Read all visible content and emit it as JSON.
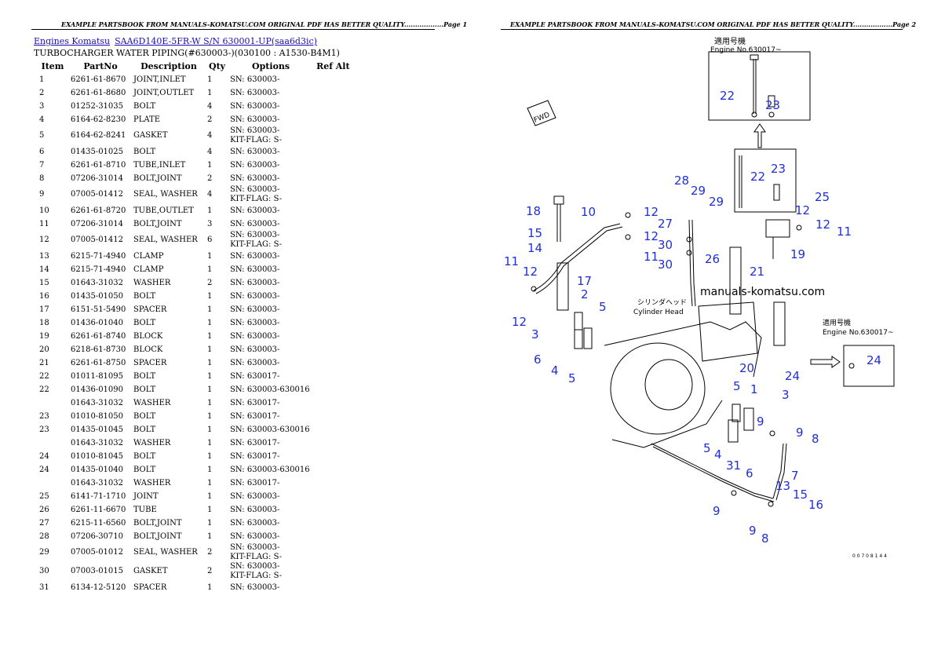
{
  "header": {
    "left": "EXAMPLE PARTSBOOK FROM MANUALS-KOMATSU.COM ORIGINAL PDF HAS BETTER QUALITY..................Page 1",
    "right": "EXAMPLE PARTSBOOK FROM MANUALS-KOMATSU.COM ORIGINAL PDF HAS BETTER QUALITY..................Page 2"
  },
  "breadcrumb": {
    "link1": "Engines Komatsu",
    "link2": "SAA6D140E-5FR-W S/N 630001-UP(saa6d3ic)"
  },
  "title": "TURBOCHARGER WATER PIPING(#630003-)(030100 : A1530-B4M1)",
  "columns": {
    "item": "Item",
    "partno": "PartNo",
    "description": "Description",
    "qty": "Qty",
    "options": "Options",
    "refalt": "Ref Alt"
  },
  "rows": [
    {
      "item": "1",
      "partno": "6261-61-8670",
      "desc": "JOINT,INLET",
      "qty": "1",
      "opt1": "SN: 630003-",
      "opt2": ""
    },
    {
      "item": "2",
      "partno": "6261-61-8680",
      "desc": "JOINT,OUTLET",
      "qty": "1",
      "opt1": "SN: 630003-",
      "opt2": ""
    },
    {
      "item": "3",
      "partno": "01252-31035",
      "desc": "BOLT",
      "qty": "4",
      "opt1": "SN: 630003-",
      "opt2": ""
    },
    {
      "item": "4",
      "partno": "6164-62-8230",
      "desc": "PLATE",
      "qty": "2",
      "opt1": "SN: 630003-",
      "opt2": ""
    },
    {
      "item": "5",
      "partno": "6164-62-8241",
      "desc": "GASKET",
      "qty": "4",
      "opt1": "SN: 630003-",
      "opt2": "KIT-FLAG: S-"
    },
    {
      "item": "6",
      "partno": "01435-01025",
      "desc": "BOLT",
      "qty": "4",
      "opt1": "SN: 630003-",
      "opt2": ""
    },
    {
      "item": "7",
      "partno": "6261-61-8710",
      "desc": "TUBE,INLET",
      "qty": "1",
      "opt1": "SN: 630003-",
      "opt2": ""
    },
    {
      "item": "8",
      "partno": "07206-31014",
      "desc": "BOLT,JOINT",
      "qty": "2",
      "opt1": "SN: 630003-",
      "opt2": ""
    },
    {
      "item": "9",
      "partno": "07005-01412",
      "desc": "SEAL, WASHER",
      "qty": "4",
      "opt1": "SN: 630003-",
      "opt2": "KIT-FLAG: S-"
    },
    {
      "item": "10",
      "partno": "6261-61-8720",
      "desc": "TUBE,OUTLET",
      "qty": "1",
      "opt1": "SN: 630003-",
      "opt2": ""
    },
    {
      "item": "11",
      "partno": "07206-31014",
      "desc": "BOLT,JOINT",
      "qty": "3",
      "opt1": "SN: 630003-",
      "opt2": ""
    },
    {
      "item": "12",
      "partno": "07005-01412",
      "desc": "SEAL, WASHER",
      "qty": "6",
      "opt1": "SN: 630003-",
      "opt2": "KIT-FLAG: S-"
    },
    {
      "item": "13",
      "partno": "6215-71-4940",
      "desc": "CLAMP",
      "qty": "1",
      "opt1": "SN: 630003-",
      "opt2": ""
    },
    {
      "item": "14",
      "partno": "6215-71-4940",
      "desc": "CLAMP",
      "qty": "1",
      "opt1": "SN: 630003-",
      "opt2": ""
    },
    {
      "item": "15",
      "partno": "01643-31032",
      "desc": "WASHER",
      "qty": "2",
      "opt1": "SN: 630003-",
      "opt2": ""
    },
    {
      "item": "16",
      "partno": "01435-01050",
      "desc": "BOLT",
      "qty": "1",
      "opt1": "SN: 630003-",
      "opt2": ""
    },
    {
      "item": "17",
      "partno": "6151-51-5490",
      "desc": "SPACER",
      "qty": "1",
      "opt1": "SN: 630003-",
      "opt2": ""
    },
    {
      "item": "18",
      "partno": "01436-01040",
      "desc": "BOLT",
      "qty": "1",
      "opt1": "SN: 630003-",
      "opt2": ""
    },
    {
      "item": "19",
      "partno": "6261-61-8740",
      "desc": "BLOCK",
      "qty": "1",
      "opt1": "SN: 630003-",
      "opt2": ""
    },
    {
      "item": "20",
      "partno": "6218-61-8730",
      "desc": "BLOCK",
      "qty": "1",
      "opt1": "SN: 630003-",
      "opt2": ""
    },
    {
      "item": "21",
      "partno": "6261-61-8750",
      "desc": "SPACER",
      "qty": "1",
      "opt1": "SN: 630003-",
      "opt2": ""
    },
    {
      "item": "22",
      "partno": "01011-81095",
      "desc": "BOLT",
      "qty": "1",
      "opt1": "SN: 630017-",
      "opt2": ""
    },
    {
      "item": "22",
      "partno": "01436-01090",
      "desc": "BOLT",
      "qty": "1",
      "opt1": "SN: 630003-630016",
      "opt2": ""
    },
    {
      "item": "",
      "partno": "01643-31032",
      "desc": "WASHER",
      "qty": "1",
      "opt1": "SN: 630017-",
      "opt2": ""
    },
    {
      "item": "23",
      "partno": "01010-81050",
      "desc": "BOLT",
      "qty": "1",
      "opt1": "SN: 630017-",
      "opt2": ""
    },
    {
      "item": "23",
      "partno": "01435-01045",
      "desc": "BOLT",
      "qty": "1",
      "opt1": "SN: 630003-630016",
      "opt2": ""
    },
    {
      "item": "",
      "partno": "01643-31032",
      "desc": "WASHER",
      "qty": "1",
      "opt1": "SN: 630017-",
      "opt2": ""
    },
    {
      "item": "24",
      "partno": "01010-81045",
      "desc": "BOLT",
      "qty": "1",
      "opt1": "SN: 630017-",
      "opt2": ""
    },
    {
      "item": "24",
      "partno": "01435-01040",
      "desc": "BOLT",
      "qty": "1",
      "opt1": "SN: 630003-630016",
      "opt2": ""
    },
    {
      "item": "",
      "partno": "01643-31032",
      "desc": "WASHER",
      "qty": "1",
      "opt1": "SN: 630017-",
      "opt2": ""
    },
    {
      "item": "25",
      "partno": "6141-71-1710",
      "desc": "JOINT",
      "qty": "1",
      "opt1": "SN: 630003-",
      "opt2": ""
    },
    {
      "item": "26",
      "partno": "6261-11-6670",
      "desc": "TUBE",
      "qty": "1",
      "opt1": "SN: 630003-",
      "opt2": ""
    },
    {
      "item": "27",
      "partno": "6215-11-6560",
      "desc": "BOLT,JOINT",
      "qty": "1",
      "opt1": "SN: 630003-",
      "opt2": ""
    },
    {
      "item": "28",
      "partno": "07206-30710",
      "desc": "BOLT,JOINT",
      "qty": "1",
      "opt1": "SN: 630003-",
      "opt2": ""
    },
    {
      "item": "29",
      "partno": "07005-01012",
      "desc": "SEAL, WASHER",
      "qty": "2",
      "opt1": "SN: 630003-",
      "opt2": "KIT-FLAG: S-"
    },
    {
      "item": "30",
      "partno": "07003-01015",
      "desc": "GASKET",
      "qty": "2",
      "opt1": "SN: 630003-",
      "opt2": "KIT-FLAG: S-"
    },
    {
      "item": "31",
      "partno": "6134-12-5120",
      "desc": "SPACER",
      "qty": "1",
      "opt1": "SN: 630003-",
      "opt2": ""
    }
  ],
  "diagram": {
    "watermark": "manuals-komatsu.com",
    "engine_no_label_1": "Engine No.630017~",
    "engine_no_label_2": "Engine No.630017~",
    "jp_label_1": "適用号機",
    "jp_label_2": "適用号機",
    "cylinder_head_jp": "シリンダヘッド",
    "cylinder_head": "Cylinder Head",
    "fwd": "FWD",
    "figure_code": "0 0 7 0 8 1 4 4"
  }
}
